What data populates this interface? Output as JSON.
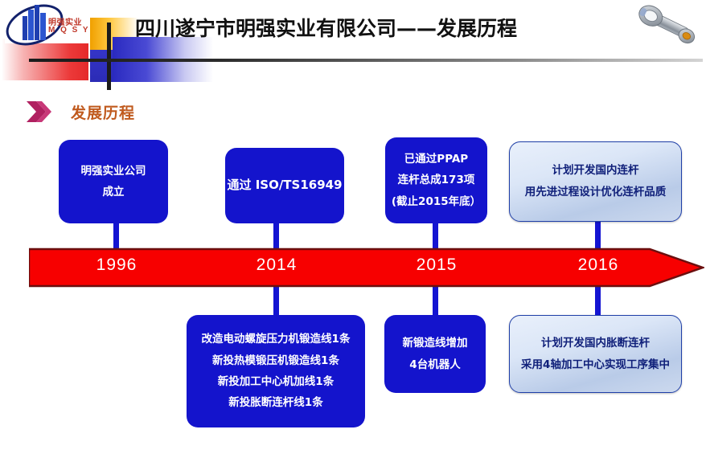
{
  "header": {
    "title": "四川遂宁市明强实业有限公司——发展历程",
    "logo": {
      "cn": "明强实业",
      "en": "M Q S Y"
    },
    "product_icon": "connecting-rod-icon"
  },
  "section": {
    "bullet_icon": "double-chevron-icon",
    "label": "发展历程"
  },
  "timeline": {
    "accent_color": "#f70000",
    "connector_color": "#1414d2",
    "dark_box_color": "#1414cc",
    "light_box_text_color": "#10207a",
    "years": [
      "1996",
      "2014",
      "2015",
      "2016"
    ]
  },
  "top_boxes": [
    {
      "year": "1996",
      "style": "dark",
      "lines": [
        "明强实业公司",
        "成立"
      ]
    },
    {
      "year": "2014",
      "style": "dark",
      "lines": [
        "通过 ISO/TS16949"
      ]
    },
    {
      "year": "2015",
      "style": "dark",
      "lines": [
        "已通过PPAP",
        "连杆总成173项",
        "(截止2015年底）"
      ]
    },
    {
      "year": "2016",
      "style": "light",
      "lines": [
        "计划开发国内连杆",
        "用先进过程设计优化连杆品质"
      ]
    }
  ],
  "bottom_boxes": [
    {
      "year": "2014",
      "style": "dark",
      "lines": [
        "改造电动螺旋压力机锻造线1条",
        "新投热模锻压机锻造线1条",
        "新投加工中心机加线1条",
        "新投胀断连杆线1条"
      ]
    },
    {
      "year": "2015",
      "style": "dark",
      "lines": [
        "新锻造线增加",
        "4台机器人"
      ]
    },
    {
      "year": "2016",
      "style": "light",
      "lines": [
        "计划开发国内胀断连杆",
        "采用4轴加工中心实现工序集中"
      ]
    }
  ]
}
